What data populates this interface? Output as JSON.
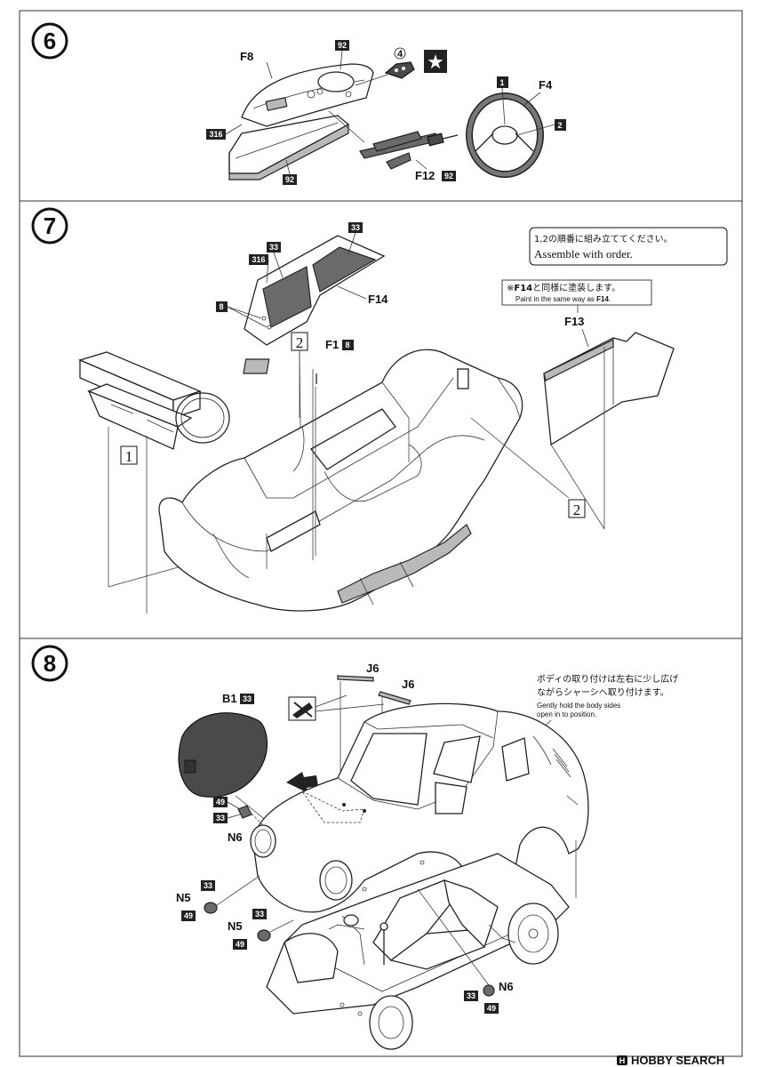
{
  "steps": {
    "s6": {
      "number": "6"
    },
    "s7": {
      "number": "7"
    },
    "s8": {
      "number": "8"
    }
  },
  "step6": {
    "f8": "F8",
    "paint_92_top": "92",
    "paint_316": "316",
    "paint_92_bottom": "92",
    "decal_num": "4",
    "star_symbol": "★",
    "f4": "F4",
    "box1": "1",
    "box2": "2",
    "f12": "F12",
    "paint_f12": "92"
  },
  "step7": {
    "paint_33_left": "33",
    "paint_33_right": "33",
    "paint_316": "316",
    "paint_8": "8",
    "f14": "F14",
    "f1": "F1",
    "paint_f1": "8",
    "order_label_1": "1",
    "order_label_2_top": "2",
    "order_label_2_right": "2",
    "note_jp": "1,2の順番に組み立ててください。",
    "note_en": "Assemble with order.",
    "paint_note_jp_pre": "※",
    "paint_note_jp_part": "F14",
    "paint_note_jp_post": "と同様に塗装します。",
    "paint_note_en_pre": "Paint in the same way as ",
    "paint_note_en_part": "F14",
    "paint_note_en_post": ".",
    "f13": "F13"
  },
  "step8": {
    "b1": "B1",
    "paint_b1": "33",
    "j6_a": "J6",
    "j6_b": "J6",
    "note_jp_1": "ボディの取り付けは左右に少し広げ",
    "note_jp_2": "ながらシャーシへ取り付けます。",
    "note_en_1": "Gently hold the body sides",
    "note_en_2": "open in to position.",
    "n6_top": "N6",
    "n6_top_paint_a": "49",
    "n6_top_paint_b": "33",
    "n5_a": "N5",
    "n5_a_paint_a": "33",
    "n5_a_paint_b": "49",
    "n5_b": "N5",
    "n5_b_paint_a": "33",
    "n5_b_paint_b": "49",
    "n6_bottom": "N6",
    "n6_bottom_paint_a": "33",
    "n6_bottom_paint_b": "49"
  },
  "watermark": {
    "text": "HOBBY SEARCH",
    "logo_glyph": "H"
  },
  "colors": {
    "ink": "#111111",
    "part_grey": "#b9b9b9",
    "part_dark": "#4a4a4a"
  }
}
